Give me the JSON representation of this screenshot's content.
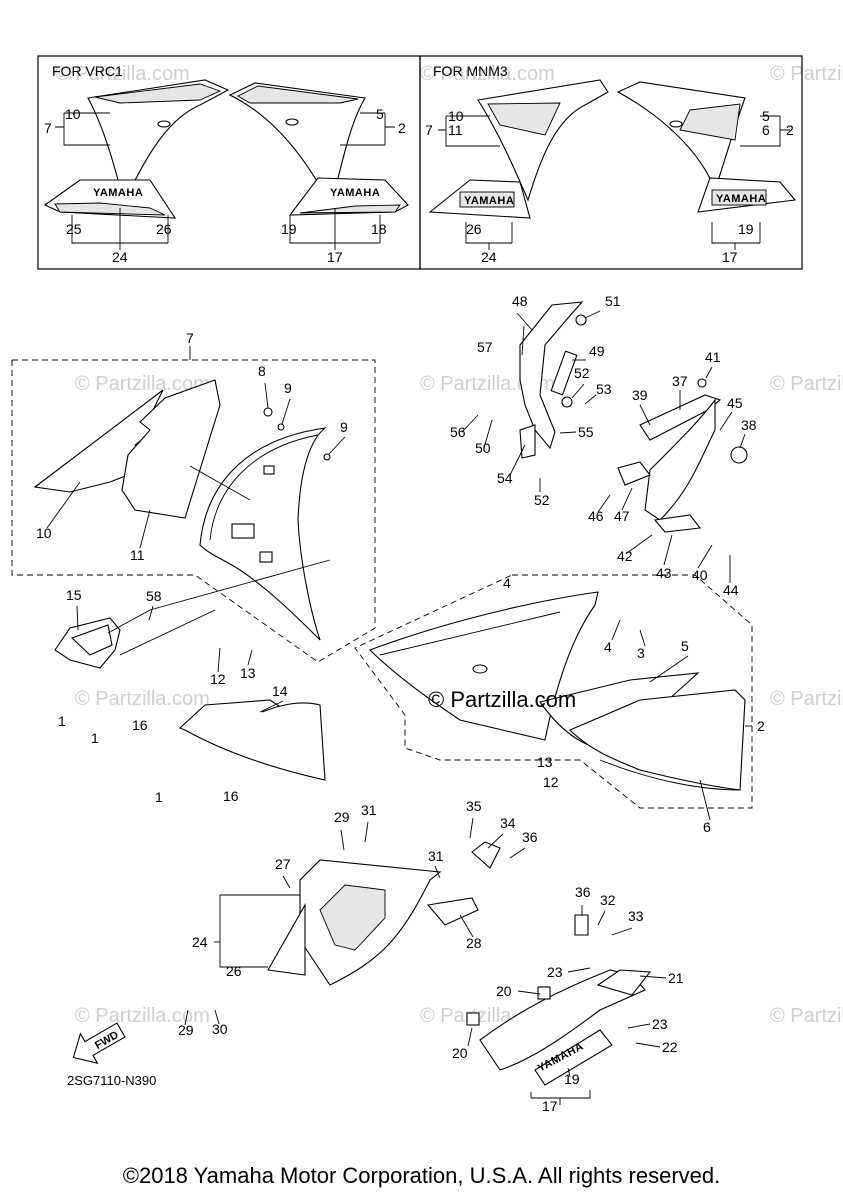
{
  "box_vrc1": {
    "title": "FOR VRC1",
    "labels": [
      "10",
      "7",
      "5",
      "2",
      "25",
      "26",
      "24",
      "19",
      "18",
      "17"
    ]
  },
  "box_mnm3": {
    "title": "FOR MNM3",
    "labels": [
      "10",
      "7",
      "11",
      "5",
      "6",
      "2",
      "26",
      "24",
      "19",
      "17"
    ]
  },
  "decal_text": "YAMAHA",
  "center_watermark": "© Partzilla.com",
  "tile_watermark": "© Partzilla.com",
  "fwd": "FWD",
  "diagram_id": "2SG7110-N390",
  "copyright": "©2018 Yamaha Motor Corporation, U.S.A. All rights reserved.",
  "callouts": [
    "7",
    "8",
    "9",
    "9",
    "10",
    "11",
    "15",
    "58",
    "1",
    "1",
    "16",
    "12",
    "13",
    "14",
    "1",
    "16",
    "48",
    "51",
    "57",
    "49",
    "52",
    "53",
    "56",
    "50",
    "55",
    "54",
    "52",
    "41",
    "37",
    "39",
    "45",
    "38",
    "46",
    "47",
    "42",
    "43",
    "40",
    "44",
    "4",
    "4",
    "3",
    "5",
    "2",
    "13",
    "12",
    "6",
    "29",
    "31",
    "35",
    "34",
    "36",
    "27",
    "31",
    "24",
    "26",
    "28",
    "29",
    "30",
    "36",
    "32",
    "33",
    "23",
    "21",
    "20",
    "23",
    "22",
    "20",
    "19",
    "17"
  ]
}
